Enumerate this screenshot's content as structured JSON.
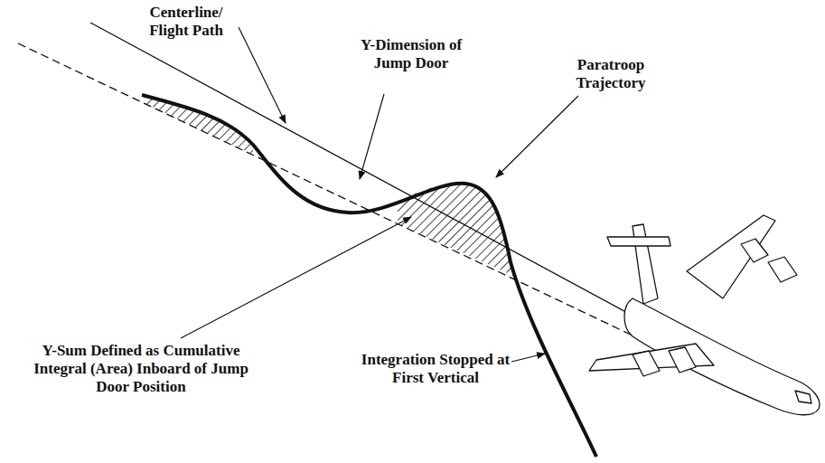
{
  "diagram": {
    "labels": [
      "Centerline/ Flight Path",
      "Y-Dimension of Jump Door",
      "Paratroop Trajectory",
      "Y-Sum Defined as Cumulative Integral (Area) Inboard of Jump Door Position",
      "Integration Stopped at First Vertical"
    ]
  }
}
